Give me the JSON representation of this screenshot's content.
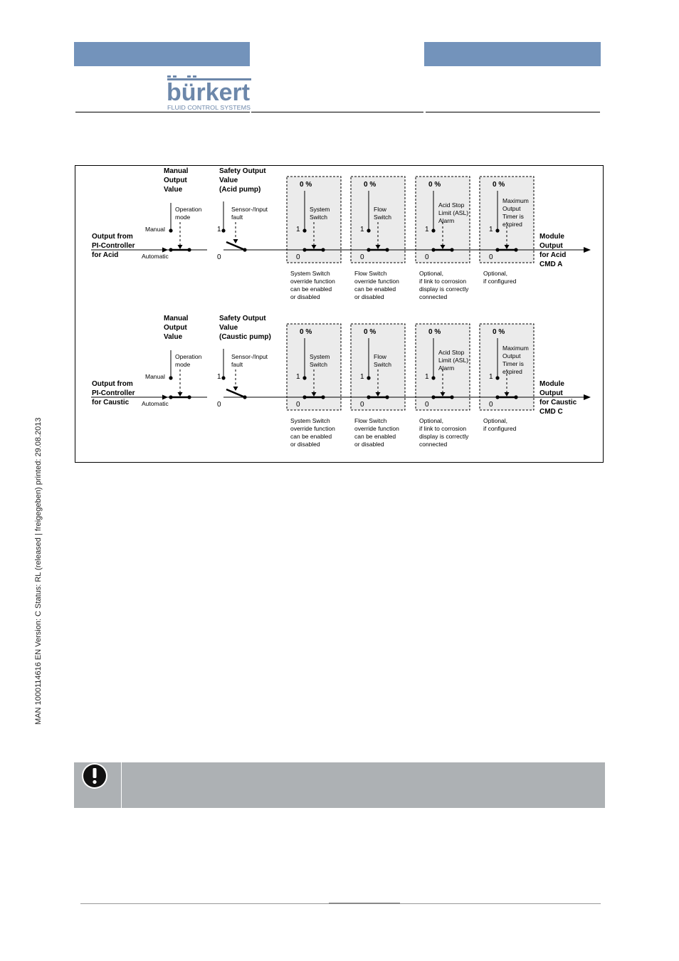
{
  "header": {
    "logo_name": "bürkert",
    "logo_tagline": "FLUID CONTROL SYSTEMS",
    "colors": {
      "bar": "#7393bb",
      "logo_blue": "#6c87aa"
    }
  },
  "side_text": "MAN  1000114616  EN  Version: C  Status: RL (released | freigegeben)  printed: 29.08.2013",
  "diagram": {
    "rows": [
      {
        "manual_heading": [
          "Manual",
          "Output",
          "Value"
        ],
        "safety_heading": [
          "Safety Output",
          "Value",
          "(Acid  pump)"
        ],
        "input_label": [
          "Output from",
          "PI-Controller",
          "for Acid"
        ],
        "output_label": [
          "Module",
          "Output",
          "for Acid",
          "CMD A"
        ]
      },
      {
        "manual_heading": [
          "Manual",
          "Output",
          "Value"
        ],
        "safety_heading": [
          "Safety Output",
          "Value",
          "(Caustic  pump)"
        ],
        "input_label": [
          "Output from",
          "PI-Controller",
          "for Caustic"
        ],
        "output_label": [
          "Module",
          "Output",
          "for Caustic",
          "CMD C"
        ]
      }
    ],
    "operation_mode": [
      "Operation",
      "mode"
    ],
    "manual_label": "Manual",
    "automatic_label": "Automatic",
    "sensor_fault": [
      "Sensor-/Input",
      "fault"
    ],
    "pos_one": "1",
    "pos_zero": "0",
    "zero_percent": "0 %",
    "blocks": [
      {
        "signal": [
          "System",
          "Switch"
        ],
        "note": [
          "System Switch",
          "override function",
          "can be enabled",
          "or disabled"
        ]
      },
      {
        "signal": [
          "Flow",
          "Switch"
        ],
        "note": [
          "Flow Switch",
          "override function",
          "can be enabled",
          "or disabled"
        ]
      },
      {
        "signal": [
          "Acid Stop",
          "Limit (ASL)",
          "Alarm"
        ],
        "note": [
          "Optional,",
          "if link to corrosion",
          "display is correctly",
          "connected"
        ]
      },
      {
        "signal": [
          "Maximum",
          "Output",
          "Timer is",
          "expired"
        ],
        "note": [
          "Optional,",
          "if configured"
        ]
      }
    ]
  },
  "notice": {
    "icon": "exclamation-icon"
  }
}
